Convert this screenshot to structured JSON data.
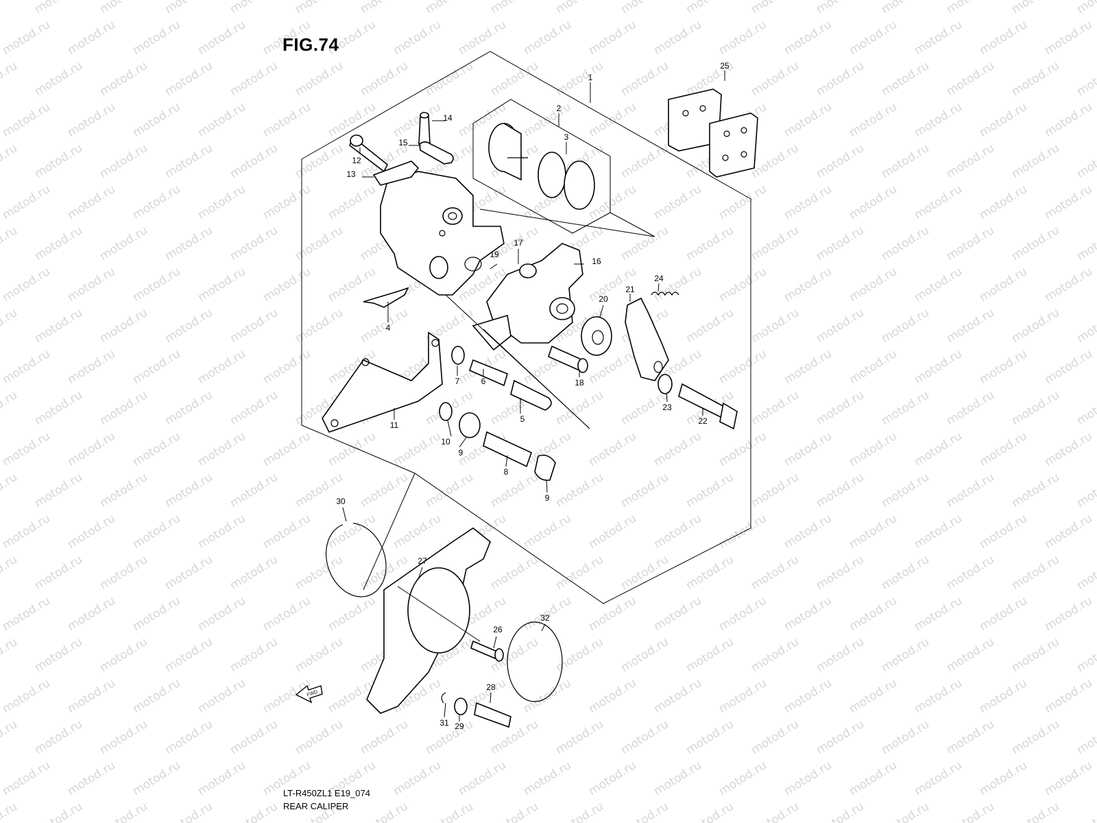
{
  "figure": {
    "title": "FIG.74",
    "code": "LT-R450ZL1 E19_074",
    "name": "REAR CALIPER"
  },
  "watermark": "motod.ru",
  "fwd_label": "FWD",
  "callouts": [
    {
      "id": "1",
      "label": "1"
    },
    {
      "id": "2",
      "label": "2"
    },
    {
      "id": "3",
      "label": "3"
    },
    {
      "id": "4",
      "label": "4"
    },
    {
      "id": "5",
      "label": "5"
    },
    {
      "id": "6",
      "label": "6"
    },
    {
      "id": "7",
      "label": "7"
    },
    {
      "id": "8",
      "label": "8"
    },
    {
      "id": "9a",
      "label": "9"
    },
    {
      "id": "9b",
      "label": "9"
    },
    {
      "id": "10",
      "label": "10"
    },
    {
      "id": "11",
      "label": "11"
    },
    {
      "id": "12",
      "label": "12"
    },
    {
      "id": "13",
      "label": "13"
    },
    {
      "id": "14",
      "label": "14"
    },
    {
      "id": "15",
      "label": "15"
    },
    {
      "id": "16",
      "label": "16"
    },
    {
      "id": "17",
      "label": "17"
    },
    {
      "id": "18",
      "label": "18"
    },
    {
      "id": "19",
      "label": "19"
    },
    {
      "id": "20",
      "label": "20"
    },
    {
      "id": "21",
      "label": "21"
    },
    {
      "id": "22",
      "label": "22"
    },
    {
      "id": "23",
      "label": "23"
    },
    {
      "id": "24",
      "label": "24"
    },
    {
      "id": "25",
      "label": "25"
    },
    {
      "id": "26",
      "label": "26"
    },
    {
      "id": "27",
      "label": "27"
    },
    {
      "id": "28",
      "label": "28"
    },
    {
      "id": "29",
      "label": "29"
    },
    {
      "id": "30",
      "label": "30"
    },
    {
      "id": "31",
      "label": "31"
    },
    {
      "id": "32",
      "label": "32"
    }
  ]
}
